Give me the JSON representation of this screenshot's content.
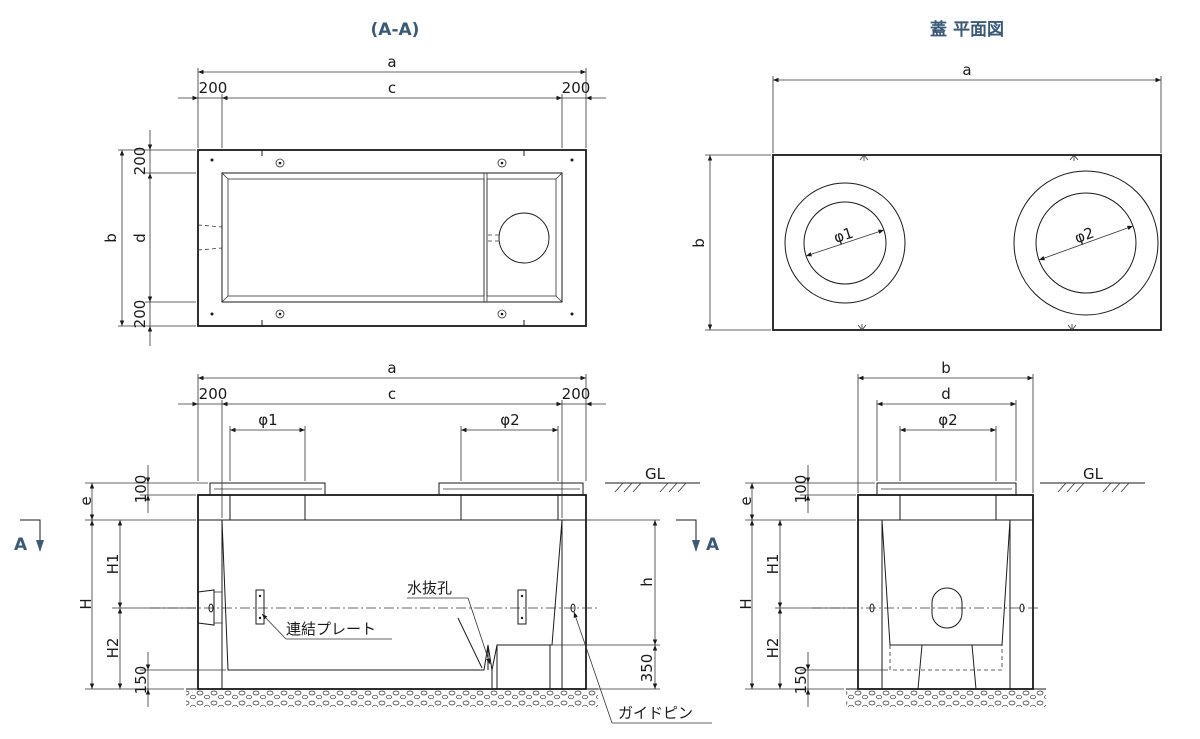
{
  "titles": {
    "section_aa": "(A-A)",
    "lid_plan": "蓋 平面図"
  },
  "dims": {
    "a": "a",
    "b": "b",
    "c": "c",
    "d": "d",
    "e": "e",
    "h": "h",
    "H": "H",
    "H1": "H1",
    "H2": "H2",
    "n200": "200",
    "n100": "100",
    "n150": "150",
    "n350": "350",
    "phi1": "φ1",
    "phi2": "φ2"
  },
  "labels": {
    "gl": "GL",
    "section_mark": "A",
    "drain_hole": "水抜孔",
    "joint_plate": "連結プレート",
    "guide_pin": "ガイドピン"
  }
}
